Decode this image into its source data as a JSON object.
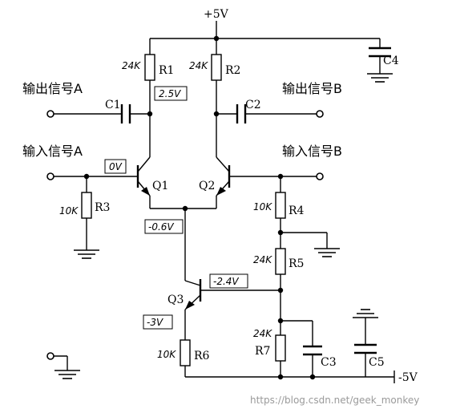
{
  "supply": {
    "positive": "+5V",
    "negative": "-5V"
  },
  "signals": {
    "output_a": "输出信号A",
    "output_b": "输出信号B",
    "input_a": "输入信号A",
    "input_b": "输入信号B"
  },
  "resistors": [
    {
      "ref": "R1",
      "value": "24K"
    },
    {
      "ref": "R2",
      "value": "24K"
    },
    {
      "ref": "R3",
      "value": "10K"
    },
    {
      "ref": "R4",
      "value": "10K"
    },
    {
      "ref": "R5",
      "value": "24K"
    },
    {
      "ref": "R6",
      "value": "10K"
    },
    {
      "ref": "R7",
      "value": "24K"
    }
  ],
  "capacitors": [
    "C1",
    "C2",
    "C3",
    "C4",
    "C5"
  ],
  "transistors": [
    "Q1",
    "Q2",
    "Q3"
  ],
  "voltages": {
    "q1_collector": "2.5V",
    "q1_base": "0V",
    "emitters": "-0.6V",
    "q3_base": "-2.4V",
    "q3_emitter": "-3V"
  },
  "watermark": "https://blog.csdn.net/geek_monkey"
}
